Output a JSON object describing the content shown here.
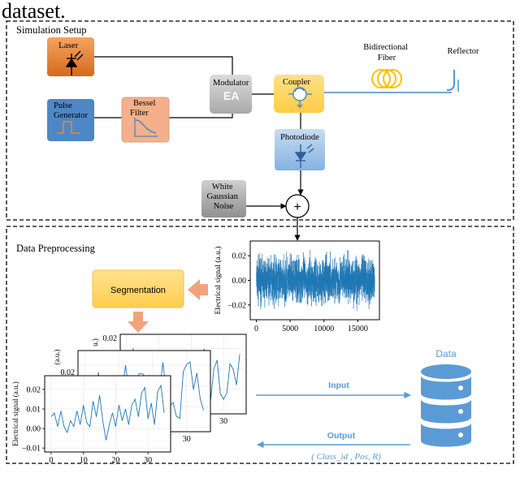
{
  "caption_fragment": "dataset.",
  "simulation": {
    "title": "Simulation Setup",
    "laser": "Laser",
    "pulse_generator": [
      "Pulse",
      "Generator"
    ],
    "bessel_filter": [
      "Bessel",
      "Filter"
    ],
    "modulator": "Modulator",
    "modulator_badge": "EA",
    "coupler": "Coupler",
    "fiber": [
      "Bidirectional",
      "Fiber"
    ],
    "reflector": "Reflector",
    "photodiode": "Photodiode",
    "noise": [
      "White",
      "Gaussian",
      "Noise"
    ],
    "adder_symbol": "+"
  },
  "preprocessing": {
    "title": "Data Preprocessing",
    "segmentation": "Segmentation",
    "input_label": "Input",
    "output_label": "Output",
    "output_tuple": "( Class_id , Pos, R)",
    "data_label": "Data"
  },
  "colors": {
    "laser": "#e58233",
    "pulse": "#4f86c6",
    "bessel": "#f2b28c",
    "modulator": "#bfbfbf",
    "coupler": "#ffd05a",
    "photodiode": "#9dc3e6",
    "noise": "#a6a6a6",
    "segmentation": "#ffd467",
    "arrow_orange": "#f4a27c",
    "accent_blue": "#5b9bd5",
    "signal": "#1f77b4"
  },
  "chart_data": [
    {
      "type": "line",
      "name_hint": "full-signal",
      "title": "",
      "xlabel": "",
      "ylabel": "Electrical signal (a.u.)",
      "xlim": [
        -900,
        18200
      ],
      "ylim": [
        -0.032,
        0.032
      ],
      "xticks": [
        0,
        5000,
        10000,
        15000
      ],
      "yticks": [
        0.02,
        0.0,
        -0.02
      ],
      "ytick_labels": [
        "0.02",
        "0.00",
        "−0.02"
      ],
      "n_points": 17500,
      "amplitude_range": [
        -0.027,
        0.027
      ],
      "description_values": "dense noisy signal centred on 0.00"
    },
    {
      "type": "line",
      "name_hint": "segment-front",
      "title": "",
      "xlabel": "",
      "ylabel": "Electrical signal (a.u.)",
      "xlim": [
        -2,
        37
      ],
      "ylim": [
        -0.012,
        0.027
      ],
      "xticks": [
        0,
        10,
        20,
        30
      ],
      "yticks": [
        0.02,
        0.01,
        0.0,
        -0.01
      ],
      "ytick_labels": [
        "0.02",
        "0.01",
        "0.00",
        "−0.01"
      ],
      "series": [
        {
          "x": [
            0,
            1,
            2,
            3,
            4,
            5,
            6,
            7,
            8,
            9,
            10,
            11,
            12,
            13,
            14,
            15,
            16,
            17,
            18,
            19,
            20,
            21,
            22,
            23,
            24,
            25,
            26,
            27,
            28,
            29,
            30,
            31,
            32,
            33,
            34,
            35
          ],
          "values": [
            0.006,
            0.008,
            0.001,
            0.009,
            0.001,
            -0.002,
            0.004,
            0.001,
            0.009,
            0.002,
            0.012,
            0.003,
            0.001,
            0.014,
            0.006,
            0.017,
            0.004,
            -0.006,
            0.002,
            0.008,
            0.001,
            0.012,
            0.004,
            0.01,
            0.002,
            0.012,
            0.015,
            0.006,
            0.018,
            0.021,
            0.005,
            0.013,
            0.002,
            0.019,
            0.022,
            0.008
          ]
        }
      ]
    },
    {
      "type": "line",
      "name_hint": "segment-middle",
      "xticks": [
        30
      ],
      "yticks": [
        0.02
      ],
      "ytick_labels": [
        "0.02"
      ]
    },
    {
      "type": "line",
      "name_hint": "segment-back",
      "xticks": [
        30
      ],
      "yticks": [
        0.02
      ],
      "ytick_labels": [
        "0.02"
      ]
    }
  ]
}
